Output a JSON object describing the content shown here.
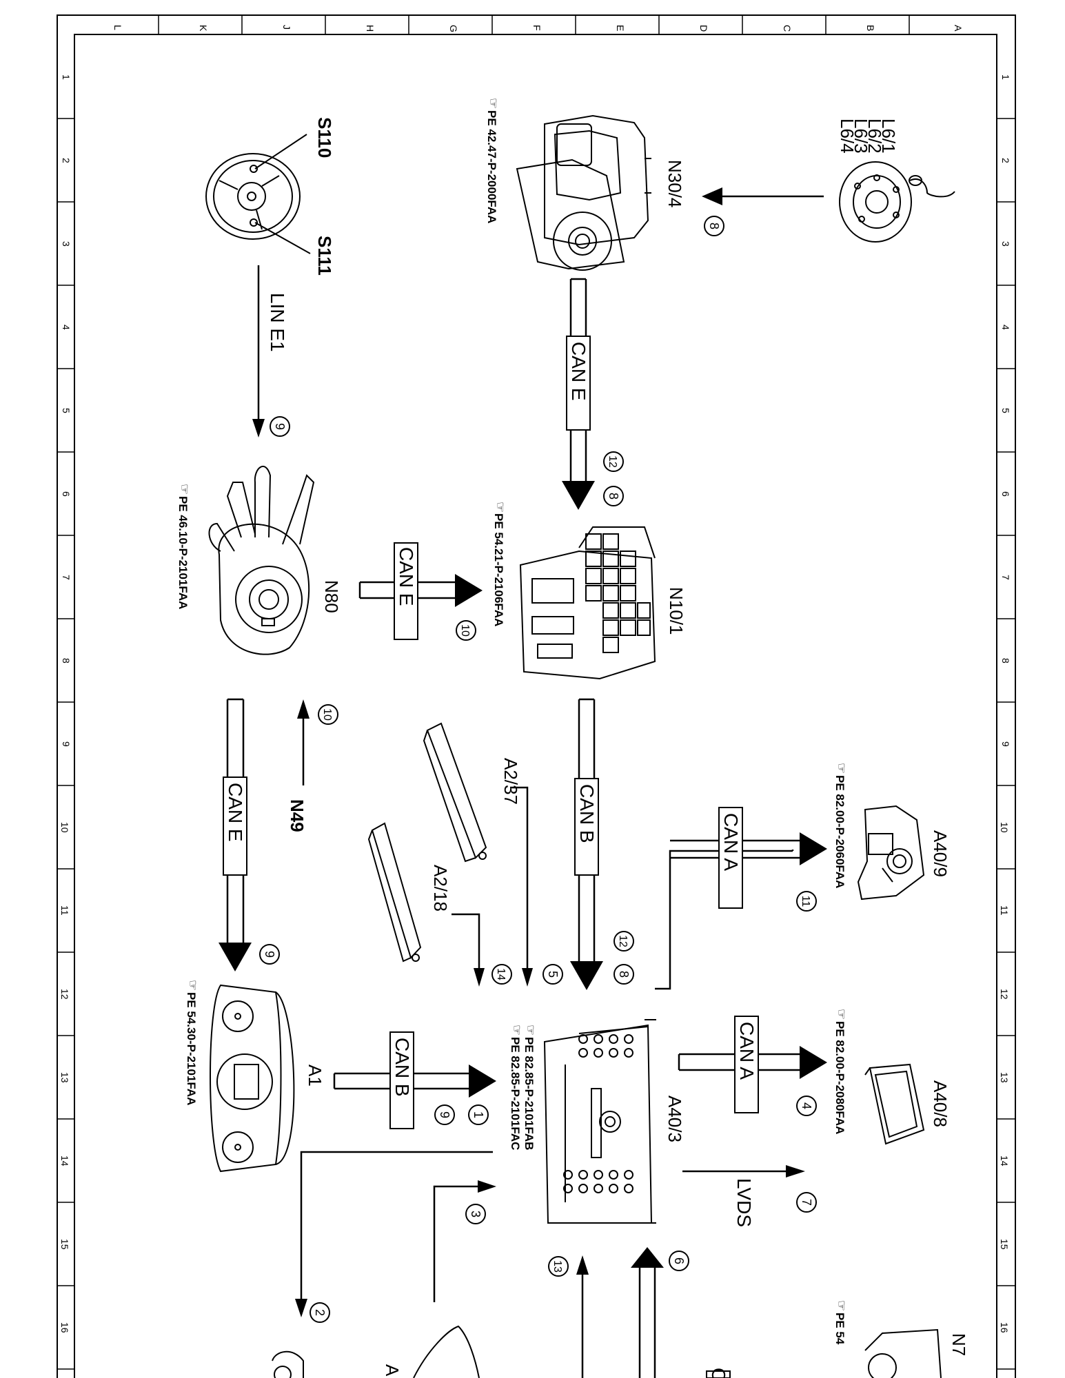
{
  "grid": {
    "columns": [
      "A",
      "B",
      "C",
      "D",
      "E",
      "F",
      "G",
      "H",
      "J",
      "K",
      "L"
    ],
    "rows": [
      "1",
      "2",
      "3",
      "4",
      "5",
      "6",
      "7",
      "8",
      "9",
      "10",
      "11",
      "12",
      "13",
      "14",
      "15",
      "16"
    ]
  },
  "components": {
    "l6": {
      "labels": [
        "L6/1",
        "L6/2",
        "L6/3",
        "L6/4"
      ]
    },
    "n30_4": {
      "label": "N30/4",
      "ref": "PE 42.47-P-2000FAA"
    },
    "s110": {
      "label": "S110"
    },
    "s111": {
      "label": "S111"
    },
    "n10_1": {
      "label": "N10/1",
      "ref": "PE 54.21-P-2106FAA"
    },
    "n80": {
      "label": "N80",
      "ref": "PE 46.10-P-2101FAA"
    },
    "n49": {
      "label": "N49"
    },
    "a2_37": {
      "label": "A2/37"
    },
    "a2_18": {
      "label": "A2/18"
    },
    "a40_9": {
      "label": "A40/9",
      "ref": "PE 82.00-P-2060FAA"
    },
    "a40_8": {
      "label": "A40/8",
      "ref": "PE 82.00-P-2080FAA"
    },
    "a40_3": {
      "label": "A40/3",
      "ref1": "PE 82.85-P-2101FAB",
      "ref2": "PE 82.85-P-2101FAC"
    },
    "a1": {
      "label": "A1",
      "ref": "PE 54.30-P-2101FAA"
    },
    "n7": {
      "label": "N7",
      "ref": "PE 54"
    },
    "a_partial": {
      "label": "A"
    }
  },
  "buses": {
    "can_e_1": "CAN E",
    "can_e_2": "CAN E",
    "can_e_3": "CAN E",
    "can_b_1": "CAN B",
    "can_b_2": "CAN B",
    "can_a_1": "CAN A",
    "can_a_2": "CAN A",
    "can_partial": "CA",
    "lin_e1": "LIN E1",
    "lvds": "LVDS"
  },
  "circles": {
    "c8a": "8",
    "c9a": "9",
    "c12a": "12",
    "c8b": "8",
    "c10a": "10",
    "c10b": "10",
    "c9b": "9",
    "c11": "11",
    "c12b": "12",
    "c8c": "8",
    "c5": "5",
    "c14": "14",
    "c4": "4",
    "c7": "7",
    "c1": "1",
    "c9c": "9",
    "c3": "3",
    "c2": "2",
    "c13": "13",
    "c6": "6"
  }
}
